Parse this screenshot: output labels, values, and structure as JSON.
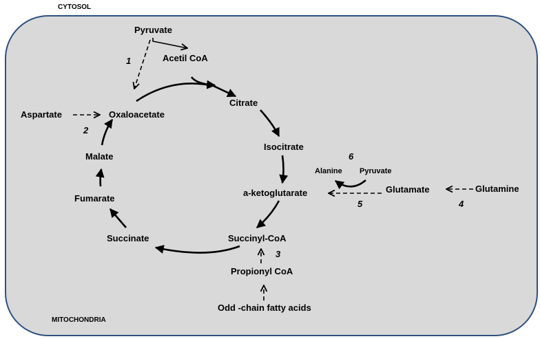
{
  "compartments": {
    "outer": "CYTOSOL",
    "inner": "MITOCHONDRIA"
  },
  "metabolites": {
    "pyruvate": "Pyruvate",
    "acetyl_coa": "Acetil CoA",
    "citrate": "Citrate",
    "isocitrate": "Isocitrate",
    "a_ketoglutarate": "a-ketoglutarate",
    "succinyl_coa": "Succinyl-CoA",
    "succinate": "Succinate",
    "fumarate": "Fumarate",
    "malate": "Malate",
    "oxaloacetate": "Oxaloacetate",
    "aspartate": "Aspartate",
    "alanine": "Alanine",
    "pyruvate_small": "Pyruvate",
    "glutamate": "Glutamate",
    "glutamine": "Glutamine",
    "propionyl_coa": "Propionyl CoA",
    "odd_chain_fatty_acids": "Odd -chain fatty acids"
  },
  "pathway_numbers": {
    "n1": "1",
    "n2": "2",
    "n3": "3",
    "n4": "4",
    "n5": "5",
    "n6": "6"
  },
  "colors": {
    "mitochondria_fill": "#d9d9d9",
    "mitochondria_border": "#2f4f7f",
    "arrow": "#000000"
  }
}
